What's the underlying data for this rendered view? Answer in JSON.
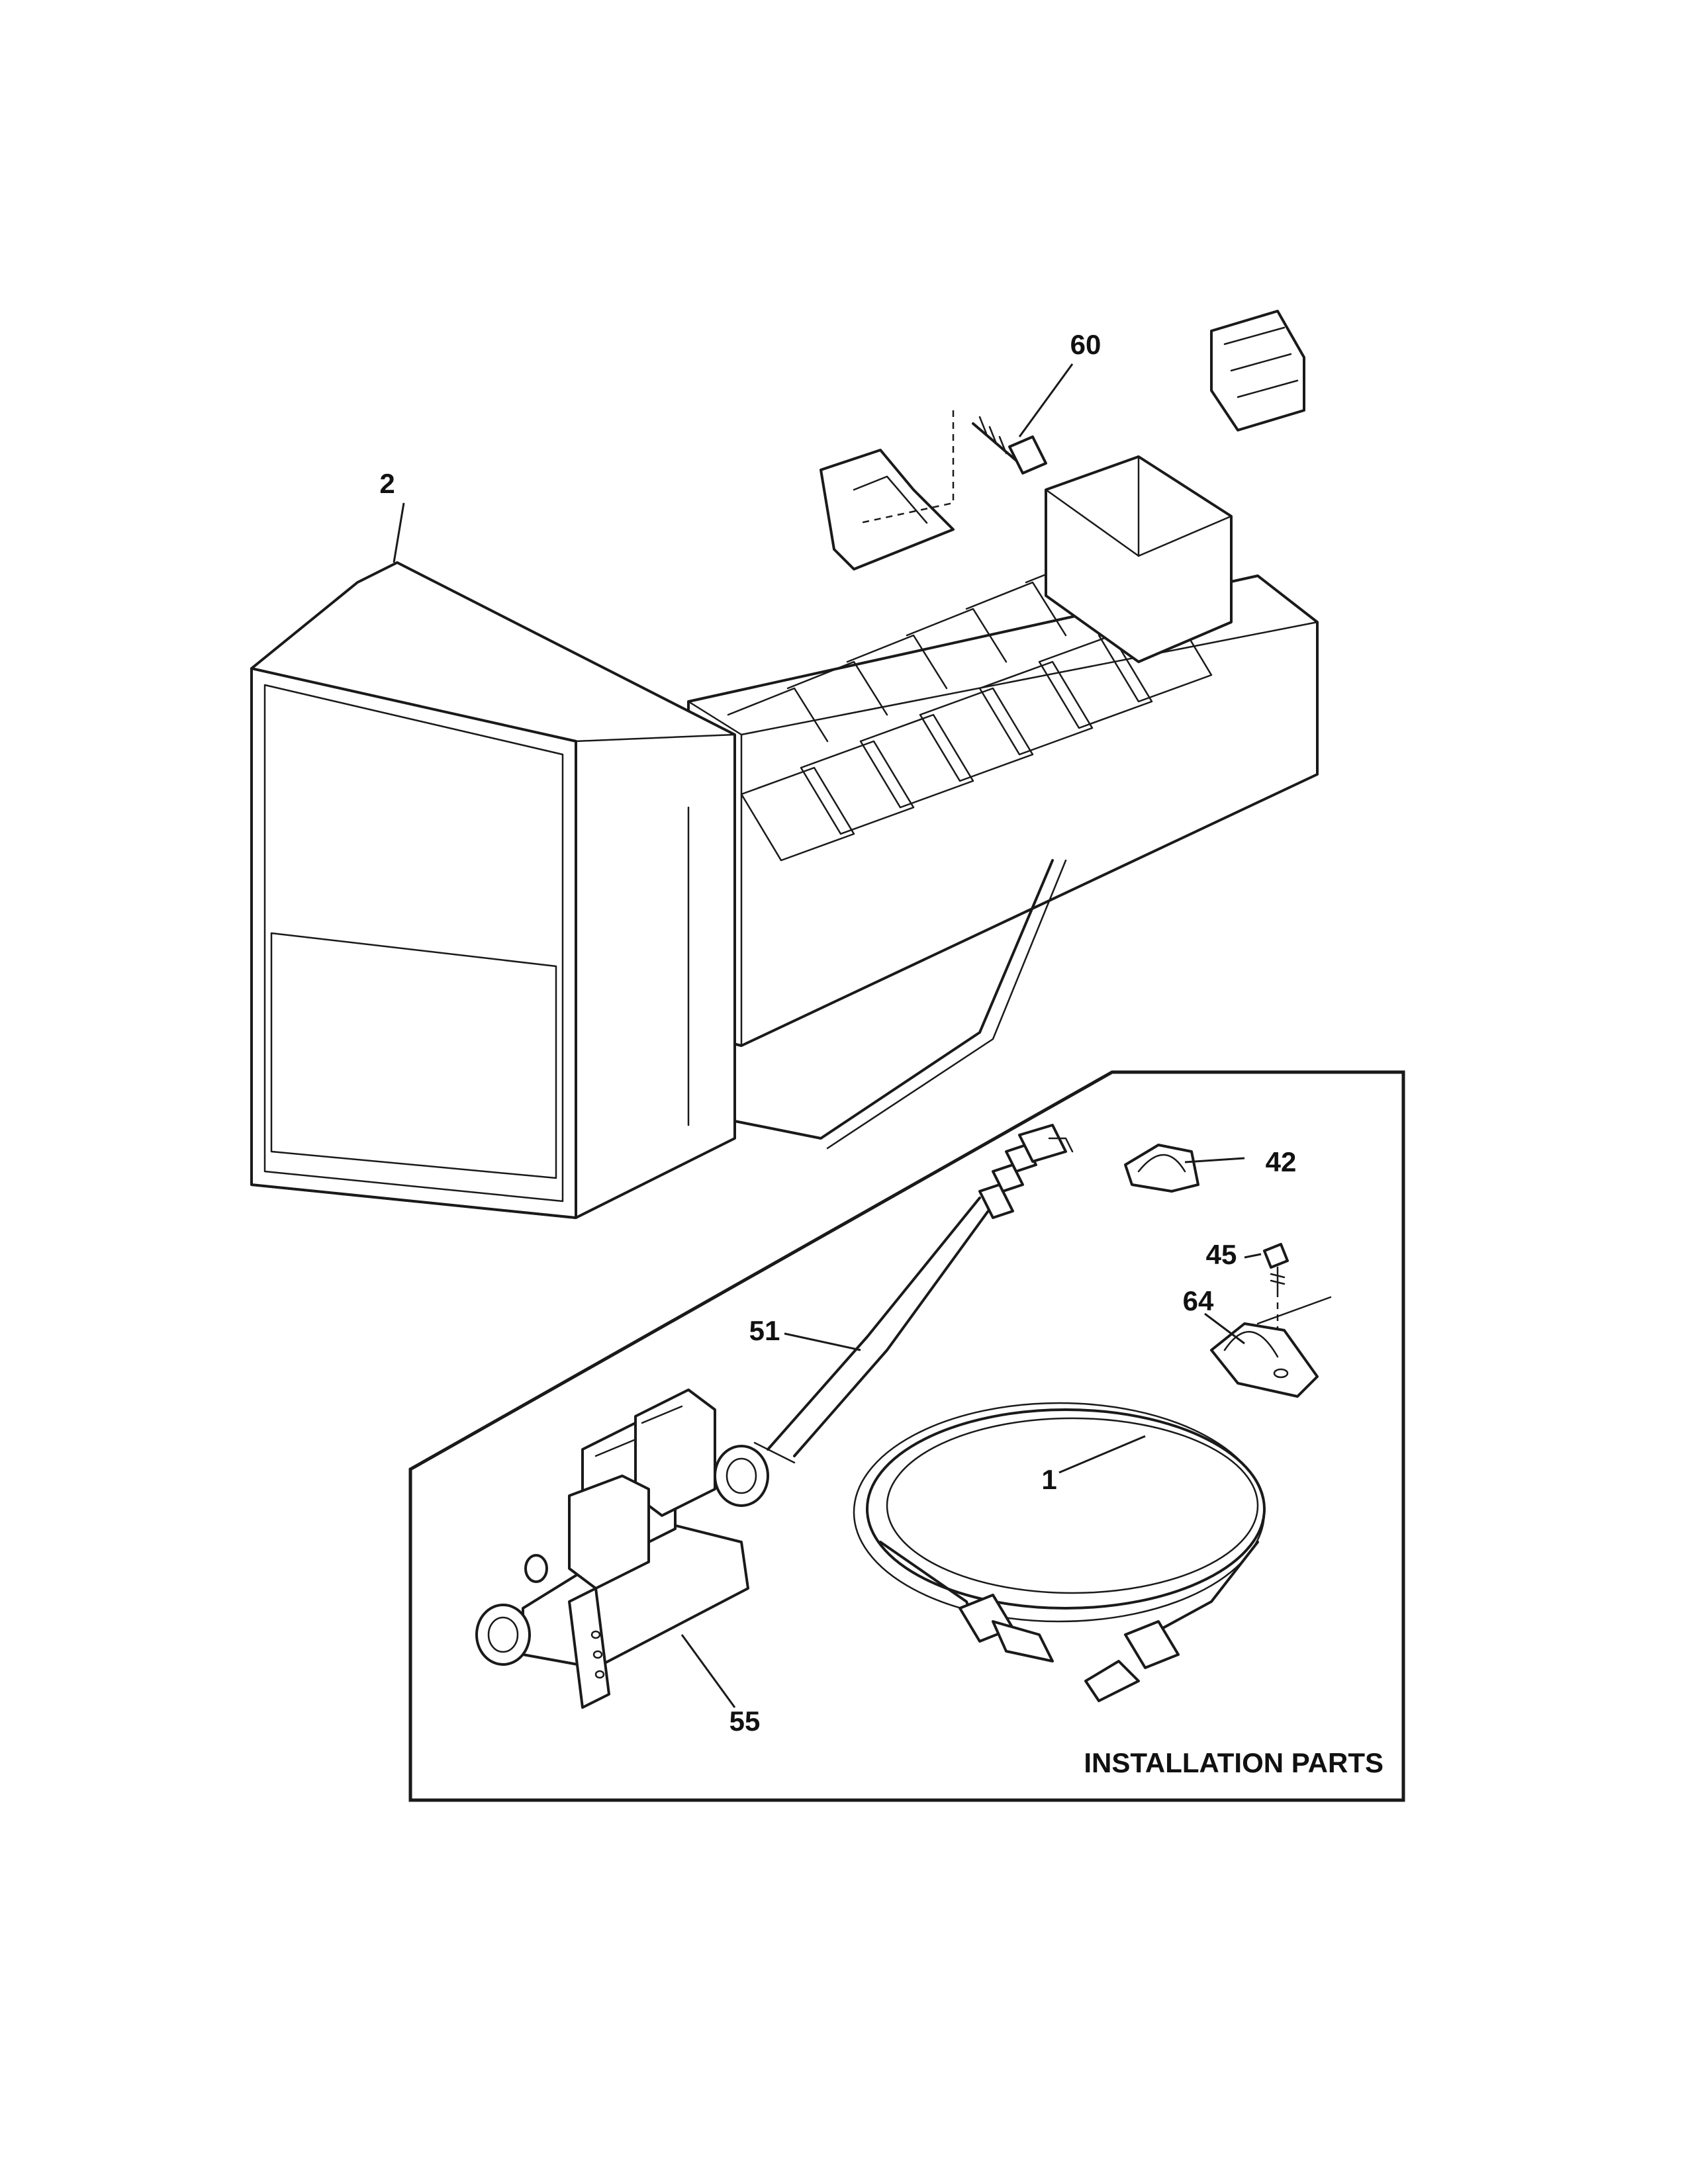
{
  "callouts": {
    "c1": "1",
    "c2": "2",
    "c42": "42",
    "c45": "45",
    "c51": "51",
    "c55": "55",
    "c60": "60",
    "c64": "64"
  },
  "section_label": "INSTALLATION PARTS"
}
